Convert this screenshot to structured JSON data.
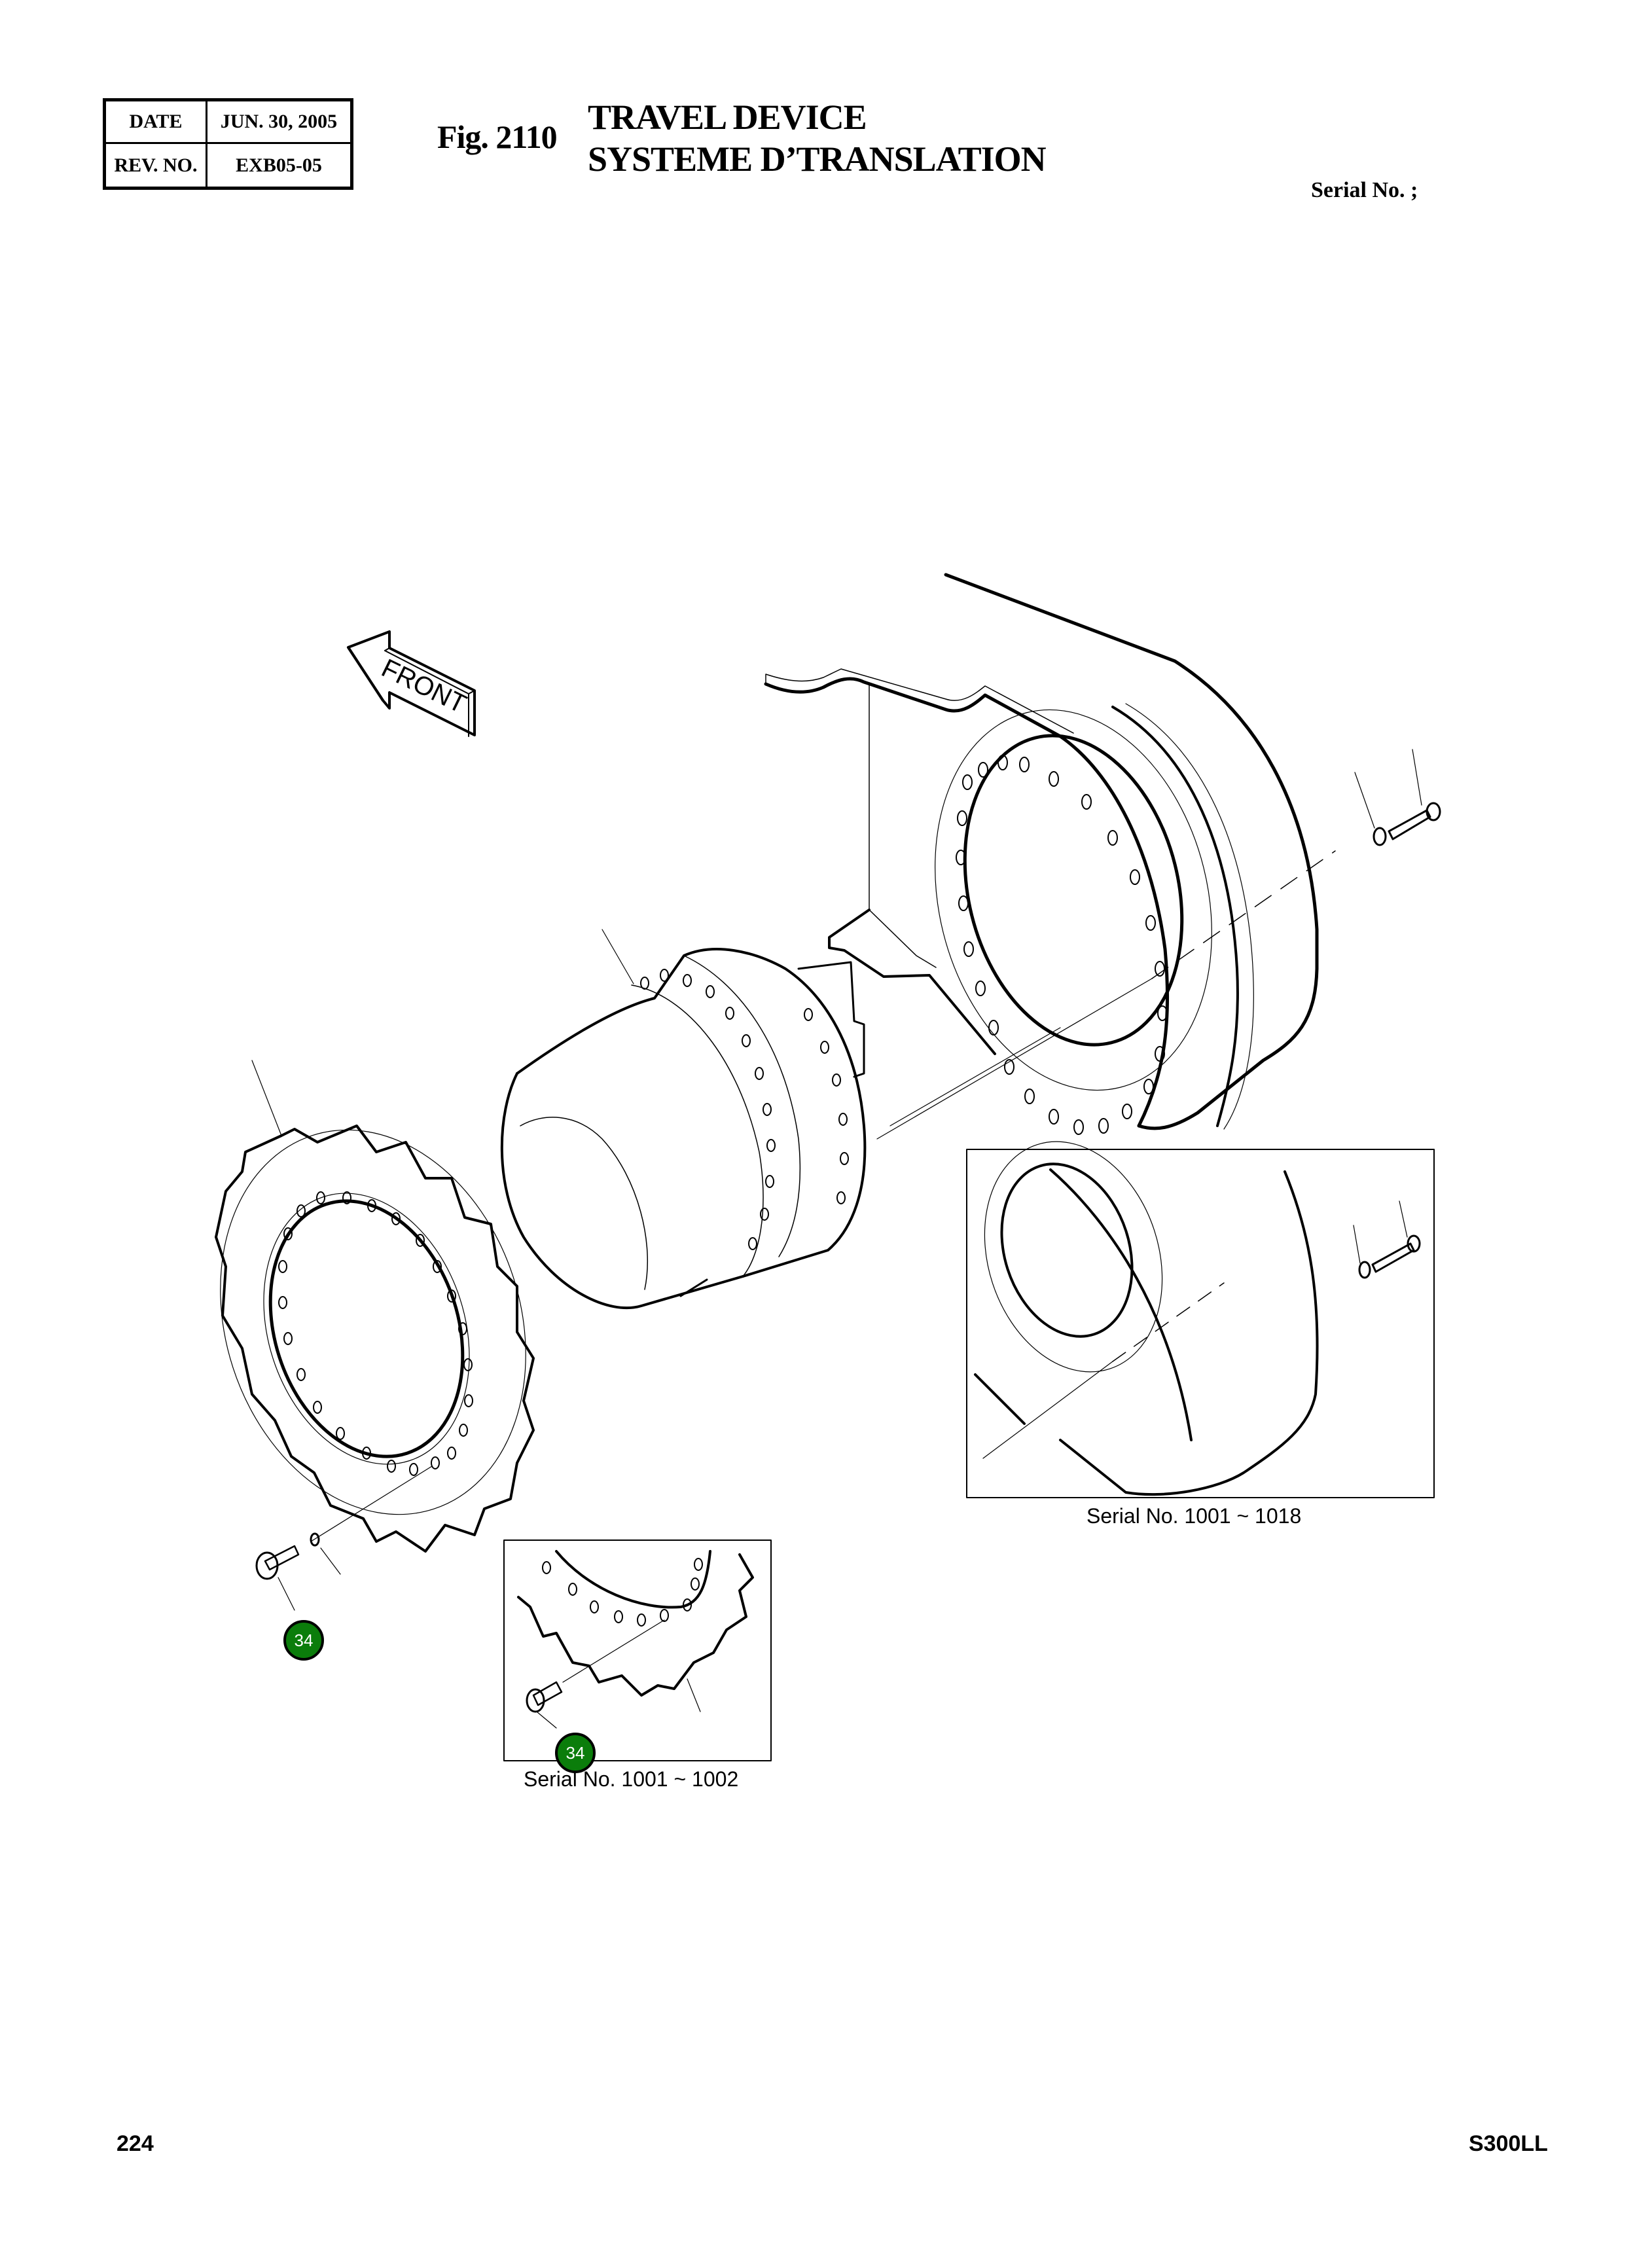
{
  "header": {
    "revision_table": {
      "date_label": "DATE",
      "date_value": "JUN.  30, 2005",
      "rev_label": "REV. NO.",
      "rev_value": "EXB05-05"
    },
    "figure_number": "Fig. 2110",
    "title_en": "TRAVEL DEVICE",
    "title_fr": "SYSTEME D’TRANSLATION",
    "serial_label": "Serial No. ;"
  },
  "drawing": {
    "front_arrow_label": "FRONT",
    "callouts": [
      {
        "id": "callout-main",
        "number": "34",
        "color": "#0b7d0b"
      },
      {
        "id": "callout-inset",
        "number": "34",
        "color": "#0b7d0b"
      }
    ],
    "insets": [
      {
        "name": "frame-bolt-inset",
        "caption": "Serial No. 1001 ~ 1018"
      },
      {
        "name": "sprocket-bolt-inset",
        "caption": "Serial No. 1001 ~ 1002"
      }
    ]
  },
  "footer": {
    "page_number": "224",
    "model": "S300LL"
  }
}
